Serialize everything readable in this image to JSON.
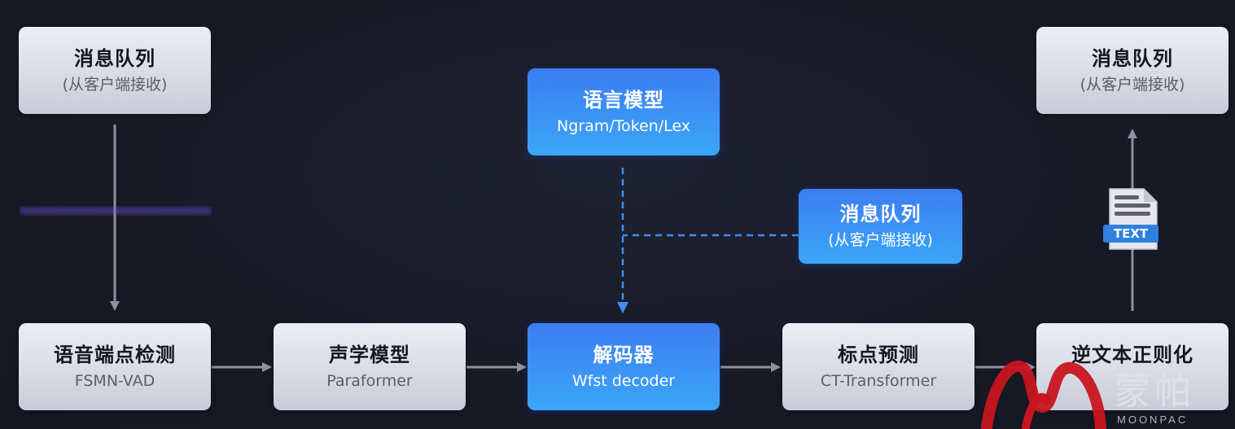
{
  "nodes": {
    "mq_top_left": {
      "title": "消息队列",
      "sub": "(从客户端接收)"
    },
    "lm": {
      "title": "语言模型",
      "sub": "Ngram/Token/Lex"
    },
    "mq_top_right": {
      "title": "消息队列",
      "sub": "(从客户端接收)"
    },
    "mq_mid": {
      "title": "消息队列",
      "sub": "(从客户端接收)"
    },
    "vad": {
      "title": "语音端点检测",
      "sub": "FSMN-VAD"
    },
    "am": {
      "title": "声学模型",
      "sub": "Paraformer"
    },
    "decoder": {
      "title": "解码器",
      "sub": "Wfst decoder"
    },
    "punc": {
      "title": "标点预测",
      "sub": "CT-Transformer"
    },
    "itn": {
      "title": "逆文本正则化",
      "sub": ""
    }
  },
  "icons": {
    "waveform": "audio-waveform-icon",
    "text_doc": "text-document-icon",
    "text_doc_label": "TEXT"
  },
  "logo": {
    "cn": "蒙帕",
    "en": "MOONPAC"
  },
  "colors": {
    "background": "#171925",
    "grey_box": "#dfe1ea",
    "blue_box": "#3b8cf5",
    "arrow_grey": "#8e90a0",
    "arrow_blue": "#3d8ef0",
    "logo_red": "#c8151f"
  }
}
